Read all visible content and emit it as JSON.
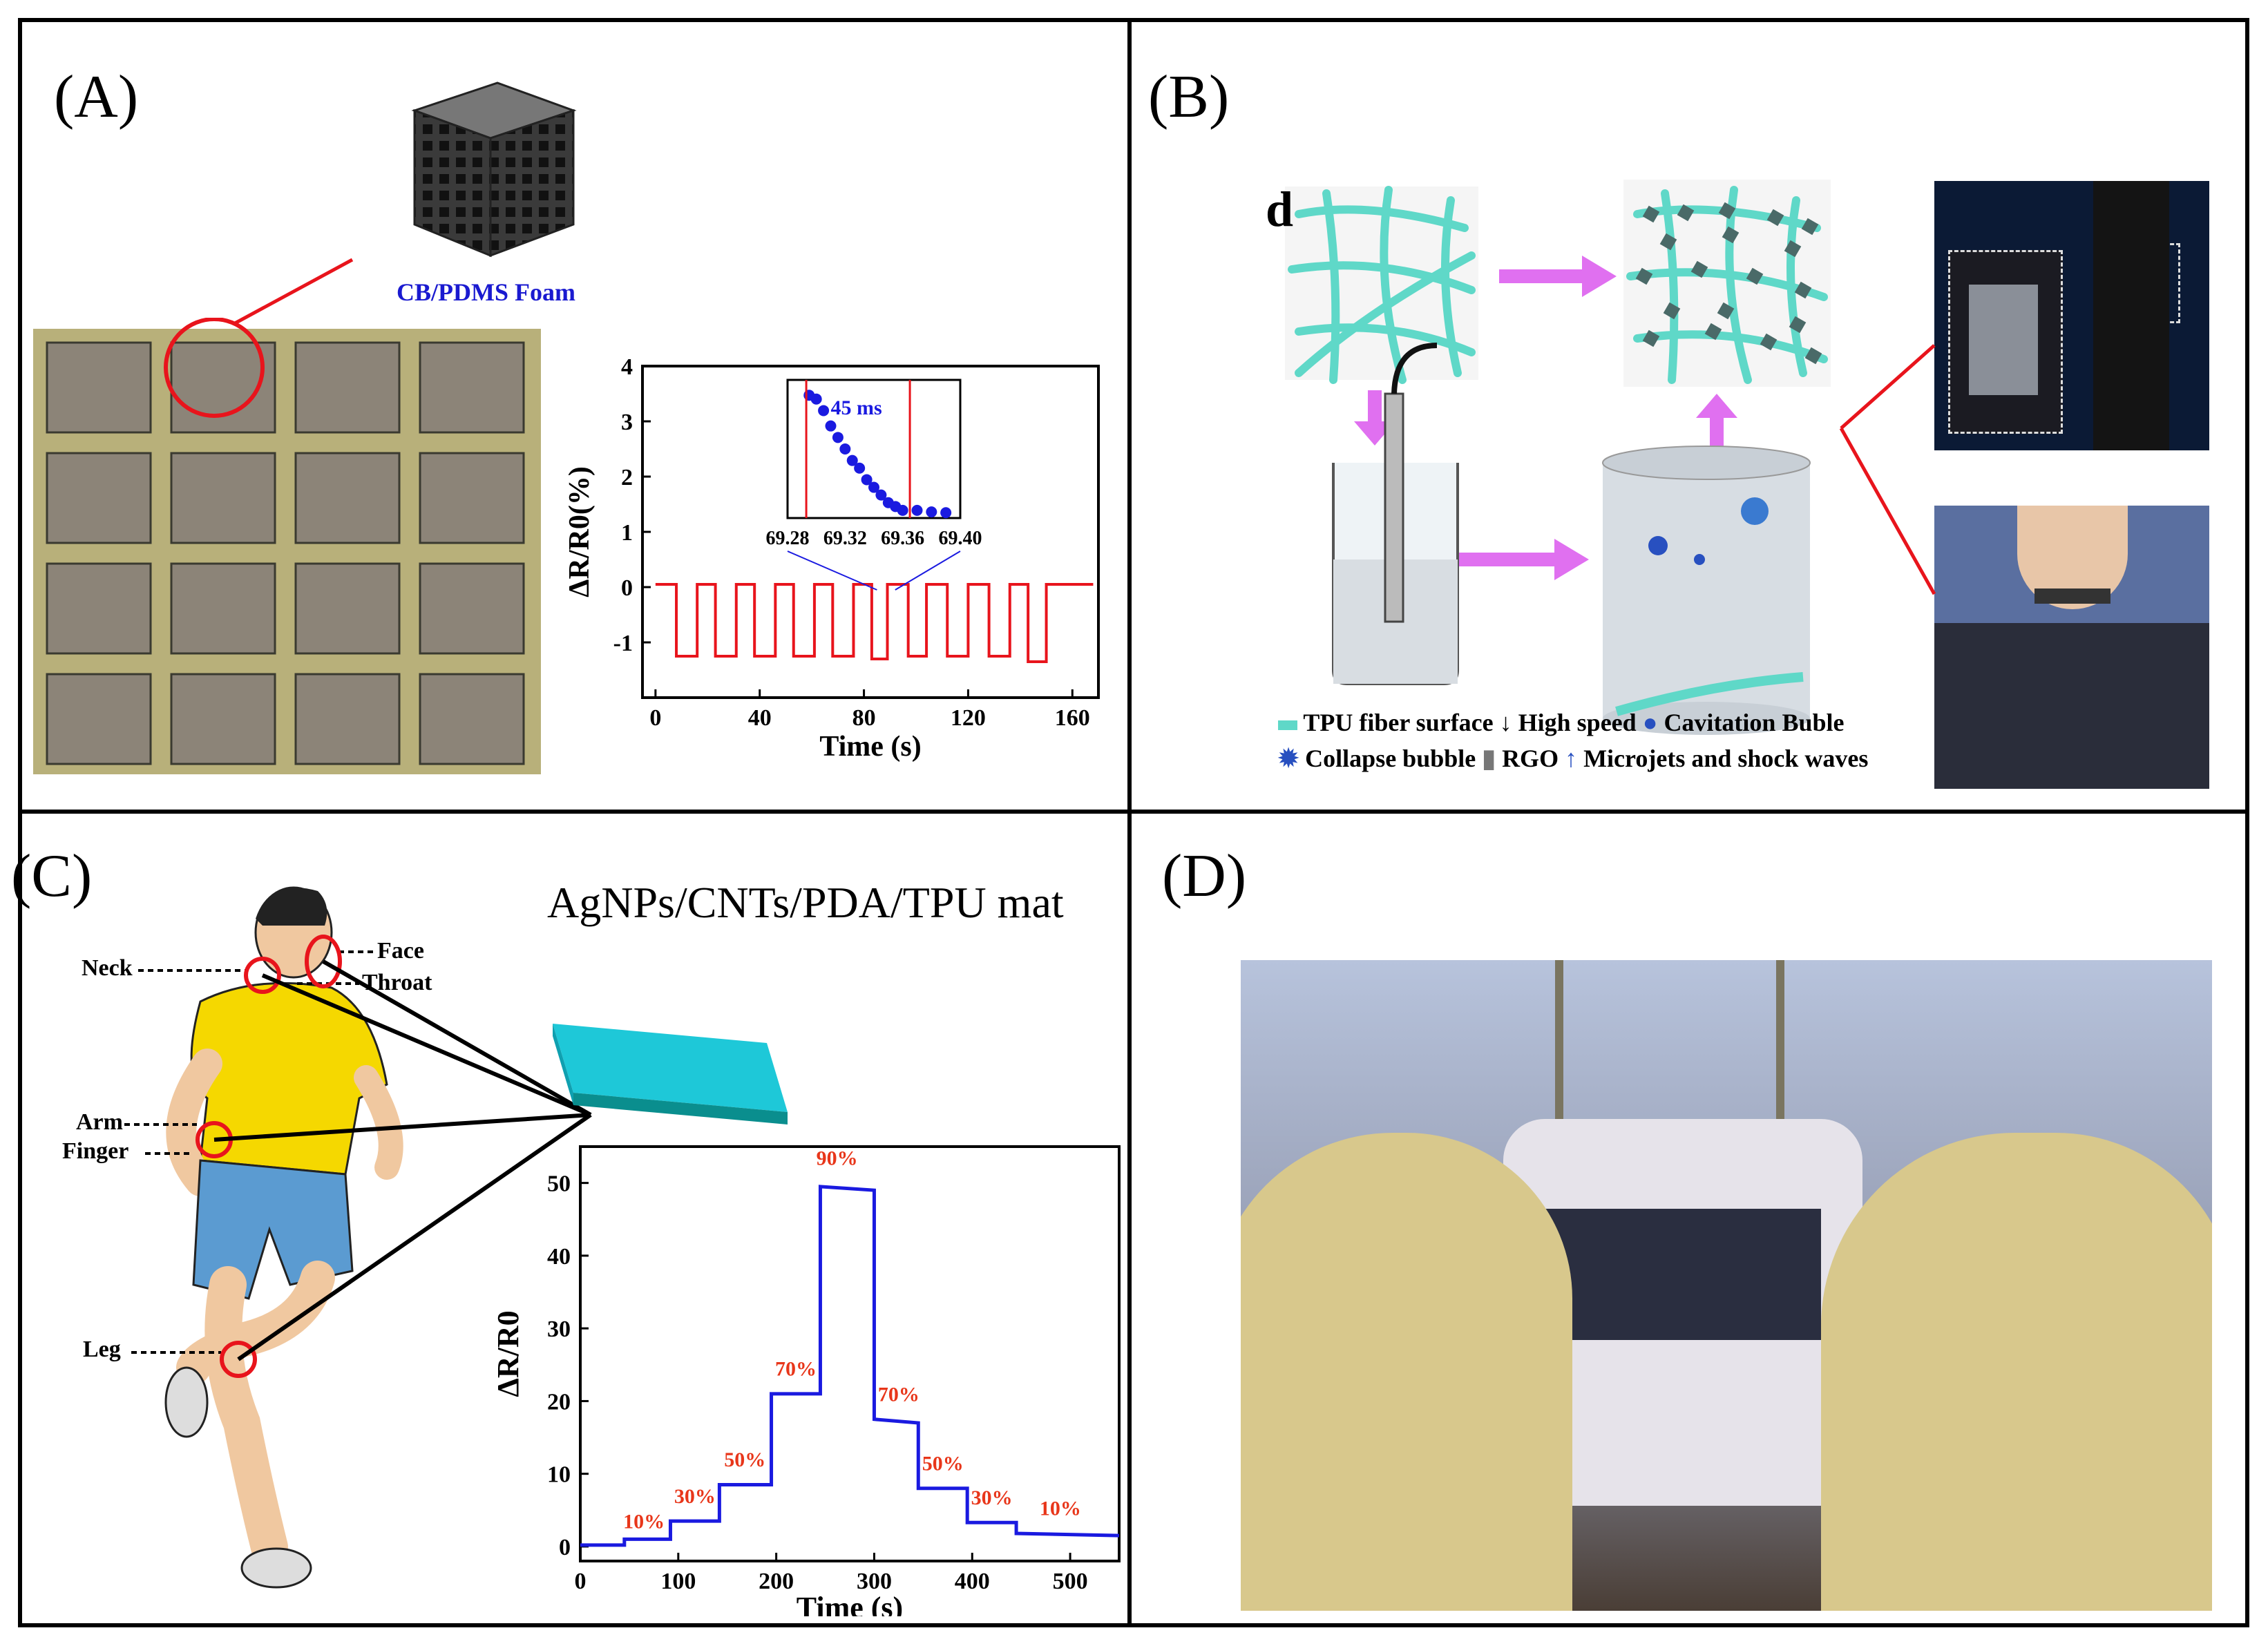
{
  "panels": {
    "A": {
      "label": "(A)",
      "foam_label": "CB/PDMS Foam",
      "inset_annotation": "45 ms"
    },
    "B": {
      "label": "(B)",
      "step_label": "d",
      "legend": [
        "TPU fiber surface",
        "High speed",
        "Cavitation Buble",
        "Collapse bubble",
        "RGO",
        "Microjets and shock waves"
      ]
    },
    "C": {
      "label": "(C)",
      "mat_label": "AgNPs/CNTs/PDA/TPU mat",
      "body_labels": [
        "Neck",
        "Face",
        "Throat",
        "Arm",
        "Finger",
        "Leg"
      ]
    },
    "D": {
      "label": "(D)"
    }
  },
  "colors": {
    "red_signal": "#e8141c",
    "blue_signal": "#1a1ae0",
    "fiber": "#5fd8c8",
    "shirt": "#f5d800",
    "shorts": "#5b9bd1",
    "arrow_magenta": "#e070f0",
    "label_orange": "#e8361a"
  },
  "chart_data": [
    {
      "type": "line",
      "panel": "A",
      "xlabel": "Time (s)",
      "ylabel": "ΔR/R0(%)",
      "xlim": [
        -5,
        170
      ],
      "ylim": [
        -2,
        4
      ],
      "xticks": [
        "0",
        "40",
        "80",
        "120",
        "160"
      ],
      "yticks": [
        "-1",
        "0",
        "1",
        "2",
        "3",
        "4"
      ],
      "series": [
        {
          "x": [
            0,
            8,
            8,
            16,
            16,
            23,
            23,
            31,
            31,
            38,
            38,
            46,
            46,
            53,
            53,
            61,
            61,
            68,
            68,
            76,
            76,
            83,
            83,
            89,
            89,
            97,
            97,
            104,
            104,
            112,
            112,
            120,
            120,
            128,
            128,
            136,
            136,
            143,
            143,
            150,
            150,
            168
          ],
          "y": [
            0.05,
            0.05,
            -1.25,
            -1.25,
            0.05,
            0.05,
            -1.25,
            -1.25,
            0.05,
            0.05,
            -1.25,
            -1.25,
            0.05,
            0.05,
            -1.25,
            -1.25,
            0.05,
            0.05,
            -1.25,
            -1.25,
            0.05,
            0.05,
            -1.3,
            -1.3,
            0.05,
            0.05,
            -1.25,
            -1.25,
            0.05,
            0.05,
            -1.25,
            -1.25,
            0.05,
            0.05,
            -1.25,
            -1.25,
            0.05,
            0.05,
            -1.35,
            -1.35,
            0.05,
            0.05
          ]
        }
      ],
      "inset": {
        "xlim": [
          69.28,
          69.4
        ],
        "ylim": [
          1.8,
          3.6
        ],
        "xticks": [
          "69.28",
          "69.32",
          "69.36",
          "69.40"
        ],
        "points_x": [
          69.295,
          69.3,
          69.305,
          69.31,
          69.315,
          69.32,
          69.325,
          69.33,
          69.335,
          69.34,
          69.345,
          69.35,
          69.355,
          69.36,
          69.37,
          69.38,
          69.39
        ],
        "points_y": [
          3.4,
          3.35,
          3.2,
          3.0,
          2.85,
          2.7,
          2.55,
          2.45,
          2.3,
          2.2,
          2.1,
          2.0,
          1.95,
          1.9,
          1.9,
          1.88,
          1.87
        ]
      }
    },
    {
      "type": "line",
      "panel": "C",
      "xlabel": "Time (s)",
      "ylabel": "ΔR/R0",
      "xlim": [
        0,
        550
      ],
      "ylim": [
        -2,
        55
      ],
      "xticks": [
        "0",
        "100",
        "200",
        "300",
        "400",
        "500"
      ],
      "yticks": [
        "0",
        "10",
        "20",
        "30",
        "40",
        "50"
      ],
      "series": [
        {
          "x": [
            0,
            45,
            45,
            92,
            92,
            142,
            142,
            195,
            195,
            245,
            245,
            300,
            300,
            345,
            345,
            395,
            395,
            445,
            445,
            550
          ],
          "y": [
            0.2,
            0.2,
            1.0,
            1.0,
            3.5,
            3.5,
            8.5,
            8.5,
            21,
            21,
            49.5,
            49,
            17.5,
            17,
            8,
            8,
            3.3,
            3.3,
            1.8,
            1.5
          ]
        }
      ],
      "annotations": [
        {
          "x": 65,
          "y": 2.5,
          "text": "10%"
        },
        {
          "x": 117,
          "y": 6,
          "text": "30%"
        },
        {
          "x": 168,
          "y": 11,
          "text": "50%"
        },
        {
          "x": 220,
          "y": 23.5,
          "text": "70%"
        },
        {
          "x": 262,
          "y": 52.5,
          "text": "90%"
        },
        {
          "x": 325,
          "y": 20,
          "text": "70%"
        },
        {
          "x": 370,
          "y": 10.5,
          "text": "50%"
        },
        {
          "x": 420,
          "y": 5.8,
          "text": "30%"
        },
        {
          "x": 490,
          "y": 4.3,
          "text": "10%"
        }
      ]
    }
  ]
}
